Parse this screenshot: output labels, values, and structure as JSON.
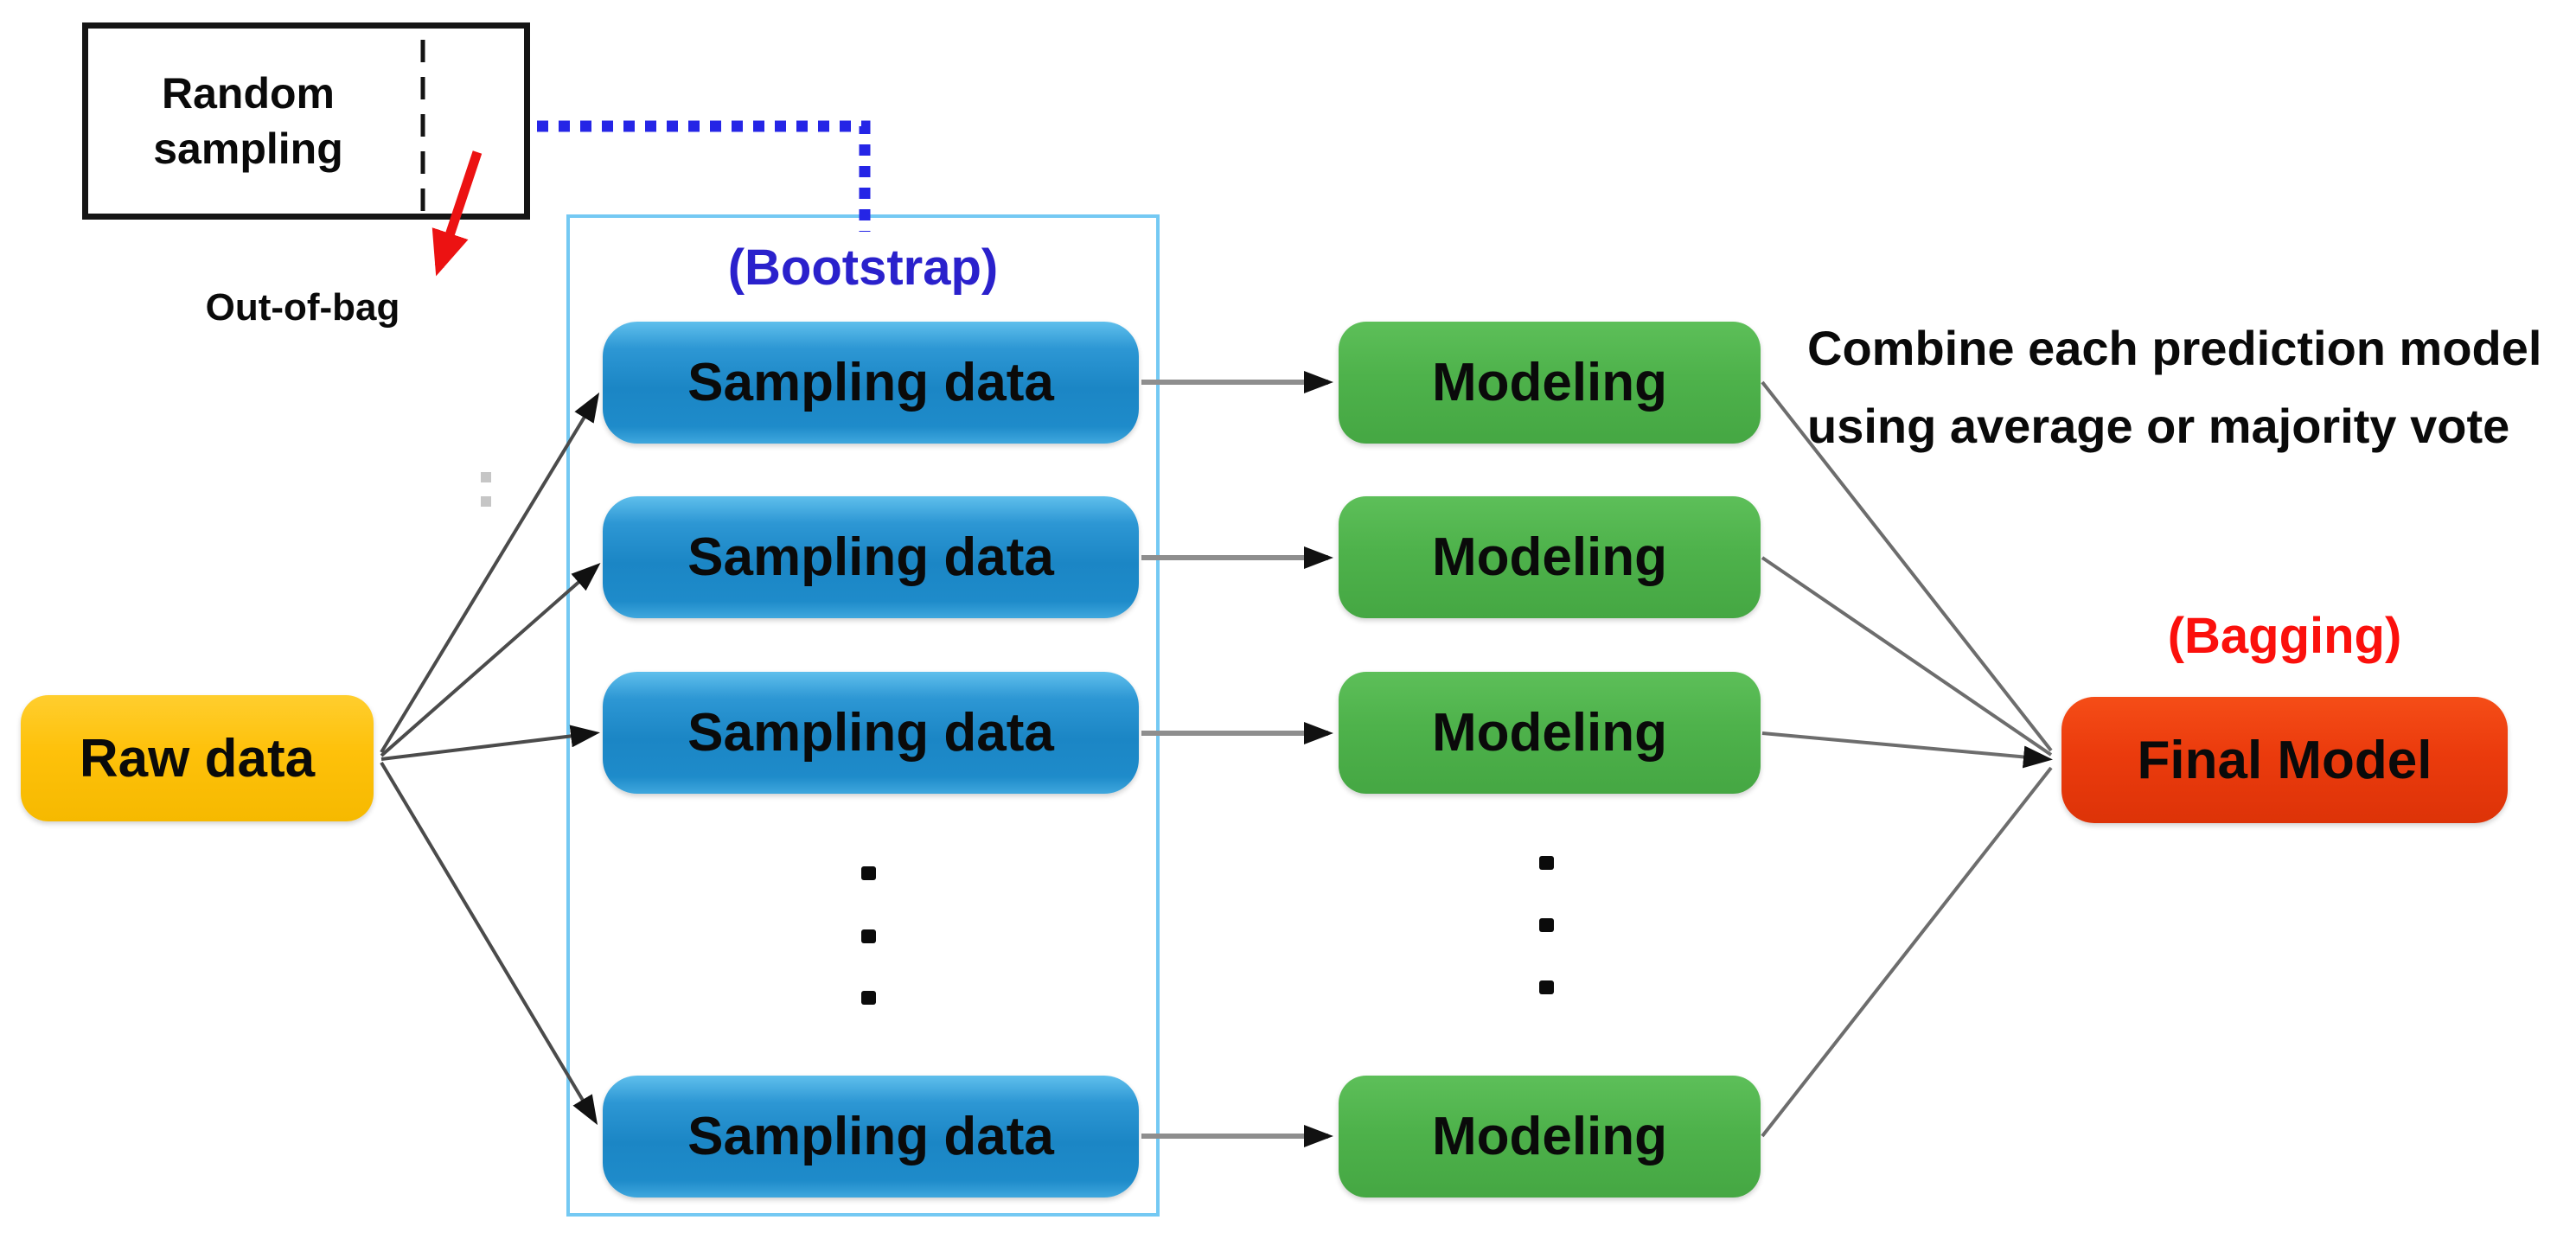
{
  "diagram": {
    "title_hint": "Bagging ensemble (bootstrap aggregating) flow diagram",
    "random_sampling": {
      "label": "Random sampling"
    },
    "out_of_bag": {
      "label": "Out-of-bag"
    },
    "bootstrap": {
      "label": "(Bootstrap)"
    },
    "raw_data": {
      "label": "Raw data"
    },
    "sampling": {
      "boxes": [
        "Sampling data",
        "Sampling data",
        "Sampling data",
        "Sampling data"
      ]
    },
    "modeling": {
      "boxes": [
        "Modeling",
        "Modeling",
        "Modeling",
        "Modeling"
      ]
    },
    "bagging": {
      "label": "(Bagging)"
    },
    "final_model": {
      "label": "Final Model"
    },
    "combine_note": {
      "line1": "Combine each prediction model",
      "line2": "using average or majority vote"
    },
    "colors": {
      "sampling_box_blue_top": "#5fbfec",
      "sampling_box_blue": "#1b86c5",
      "modeling_box_green": "#4eb24b",
      "raw_data_yellow": "#fec10a",
      "final_model_red": "#eb3b0d",
      "container_border_blue": "#74c9f3",
      "bootstrap_text_blue": "#2a21cc",
      "bagging_text_red": "#fb100c",
      "dotted_connector_blue": "#2525e6",
      "out_of_bag_arrow_red": "#ec1212",
      "connector_gray": "#8e8e8e",
      "fan_line_dark": "#4b4b4b",
      "text_black": "#0a0a0a"
    }
  }
}
